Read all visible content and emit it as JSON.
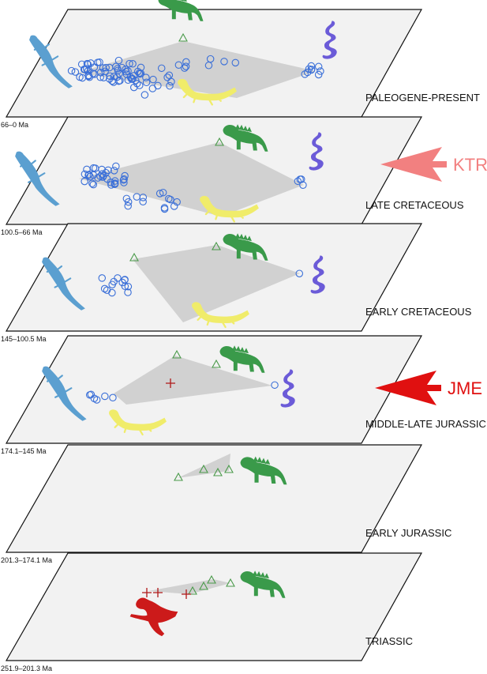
{
  "colors": {
    "plane_fill": "#f2f2f2",
    "plane_edge": "#111111",
    "hull": "#c8c8c8",
    "circle": "#3a6fd8",
    "triangle": "#4a9a4a",
    "cross": "#b01818",
    "lizard_blue": "#5b9fd0",
    "iguana_green": "#3a9a4a",
    "snake_purple": "#6b5bd8",
    "lizard_yellow": "#f0ec6a",
    "triassic_red": "#cc1a1a",
    "ktr_arrow": "#f28080",
    "jme_arrow": "#e01010"
  },
  "layers": [
    {
      "era": "PALEOGENE-PRESENT",
      "age": "66–0 Ma",
      "circles": 90,
      "triangles": 1,
      "crosses": 0,
      "icons": [
        "blue-gecko-icon",
        "green-iguana-icon",
        "purple-snake-icon",
        "yellow-lizard-icon"
      ]
    },
    {
      "era": "LATE CRETACEOUS",
      "age": "100.5–66 Ma",
      "circles": 50,
      "triangles": 1,
      "crosses": 0,
      "icons": [
        "blue-gecko-icon",
        "green-iguana-icon",
        "purple-snake-icon",
        "yellow-lizard-icon"
      ]
    },
    {
      "era": "EARLY CRETACEOUS",
      "age": "145–100.5 Ma",
      "circles": 14,
      "triangles": 2,
      "crosses": 0,
      "icons": [
        "blue-gecko-icon",
        "green-iguana-icon",
        "purple-snake-icon",
        "yellow-lizard-icon"
      ]
    },
    {
      "era": "MIDDLE-LATE JURASSIC",
      "age": "174.1–145 Ma",
      "circles": 7,
      "triangles": 2,
      "crosses": 1,
      "icons": [
        "blue-gecko-icon",
        "green-iguana-icon",
        "purple-snake-icon",
        "yellow-lizard-icon"
      ]
    },
    {
      "era": "EARLY JURASSIC",
      "age": "201.3–174.1 Ma",
      "circles": 0,
      "triangles": 4,
      "crosses": 0,
      "icons": [
        "green-iguana-icon"
      ]
    },
    {
      "era": "TRIASSIC",
      "age": "251.9–201.3 Ma",
      "circles": 0,
      "triangles": 4,
      "crosses": 3,
      "icons": [
        "green-iguana-icon",
        "red-rhynchocephalian-icon"
      ]
    }
  ],
  "events": [
    {
      "label": "KTR",
      "layer": 1
    },
    {
      "label": "JME",
      "layer": 3
    }
  ]
}
